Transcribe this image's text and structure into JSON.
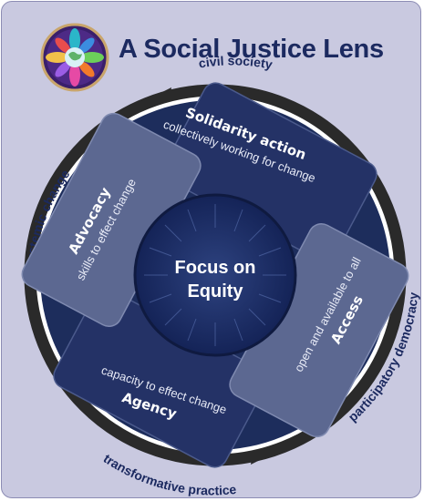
{
  "title": "A Social Justice Lens",
  "center": {
    "line1": "Focus on",
    "line2": "Equity"
  },
  "ring_labels": {
    "top": "civil society",
    "left": "systemic change",
    "bottom": "transformative practice",
    "right": "participatory democracy"
  },
  "segments": {
    "solidarity": {
      "title": "Solidarity action",
      "subtitle": "collectively working for change"
    },
    "advocacy": {
      "title": "Advocacy",
      "subtitle": "skills to effect change"
    },
    "agency": {
      "title": "Agency",
      "subtitle": "capacity to effect change"
    },
    "access": {
      "title": "Access",
      "subtitle": "open and available to all"
    }
  },
  "colors": {
    "background": "#c9c9e0",
    "title": "#1c2a60",
    "ring": "#2a2a2a",
    "disk": "#1d2d5c",
    "segment_dark": "#243266",
    "segment_light": "#5c6891",
    "center": "#1a2a5e"
  },
  "icons": {
    "logo": "globe-hands-logo-icon"
  }
}
